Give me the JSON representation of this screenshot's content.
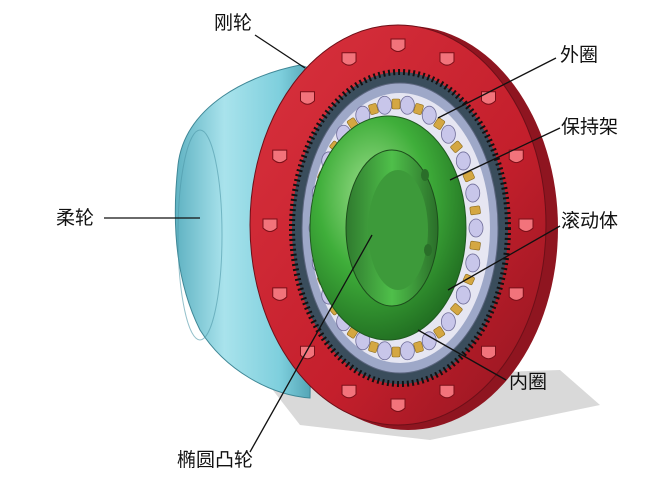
{
  "labels": {
    "rigid_wheel": "刚轮",
    "outer_ring": "外圈",
    "cage": "保持架",
    "flex_wheel": "柔轮",
    "rolling_element": "滚动体",
    "inner_ring": "内圈",
    "elliptical_cam": "椭圆凸轮"
  },
  "colors": {
    "flange_red": "#c41f2c",
    "flex_wheel_cyan": "#7ecfdd",
    "cam_green": "#3fae3a",
    "cage_gold": "#d4a742",
    "roller_lavender": "#c8c6ea",
    "bearing_ring": "#9ea8c8",
    "leader_line": "#111111"
  }
}
